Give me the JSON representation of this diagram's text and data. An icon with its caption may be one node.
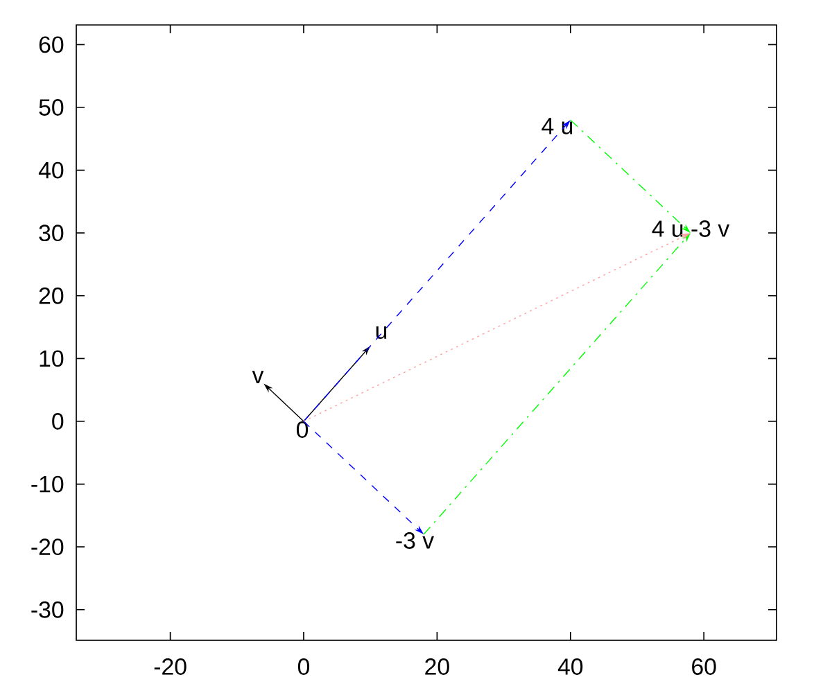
{
  "diagram": {
    "nodes": [
      {
        "text": [
          "0"
        ]
      },
      {
        "text": [
          "u"
        ]
      },
      {
        "text": [
          "v"
        ]
      },
      {
        "text": [
          "4 u"
        ]
      },
      {
        "text": [
          "-3 v"
        ]
      },
      {
        "text": [
          "4 u -3 v"
        ]
      }
    ],
    "edges": [
      {
        "from": 0,
        "to": 1,
        "arrow": "to"
      },
      {
        "from": 0,
        "to": 2,
        "arrow": "to"
      },
      {
        "from": 0,
        "to": 3,
        "arrow": "to",
        "style": "dashed",
        "color": "#0000ff"
      },
      {
        "from": 0,
        "to": 4,
        "arrow": "to",
        "style": "dashed",
        "color": "#0000ff"
      },
      {
        "from": 3,
        "to": 5,
        "arrow": "to",
        "style": "dashed",
        "color": "#00ff00"
      },
      {
        "from": 4,
        "to": 5,
        "arrow": "to",
        "style": "dashed",
        "color": "#00ff00"
      },
      {
        "from": 0,
        "to": 5,
        "arrow": "to",
        "style": "dashed",
        "color": "#ffa0a0"
      }
    ],
    "labels": [
      "60",
      "50",
      "40",
      "30",
      "20",
      "10",
      "0",
      "-10",
      "-20",
      "-30",
      "-20",
      "0",
      "20",
      "40",
      "60"
    ]
  }
}
